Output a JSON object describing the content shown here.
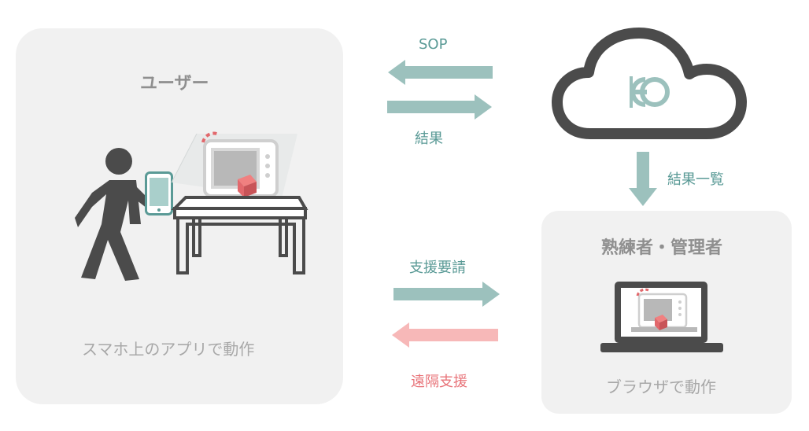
{
  "user_panel": {
    "title": "ユーザー",
    "caption": "スマホ上のアプリで動作"
  },
  "expert_panel": {
    "title": "熟練者・管理者",
    "caption": "ブラウザで動作"
  },
  "cloud": {
    "logo_text": "EO"
  },
  "flows": {
    "sop_label": "SOP",
    "result_label": "結果",
    "result_list_label": "結果一覧",
    "support_request_label": "支援要請",
    "remote_support_label": "遠隔支援"
  },
  "colors": {
    "teal_arrow": "#9cc1bd",
    "red_arrow": "#f7b8b8",
    "panel_bg": "#f1f1f1",
    "icon_dark": "#4b4b4b",
    "accent_red": "#e2686c"
  }
}
